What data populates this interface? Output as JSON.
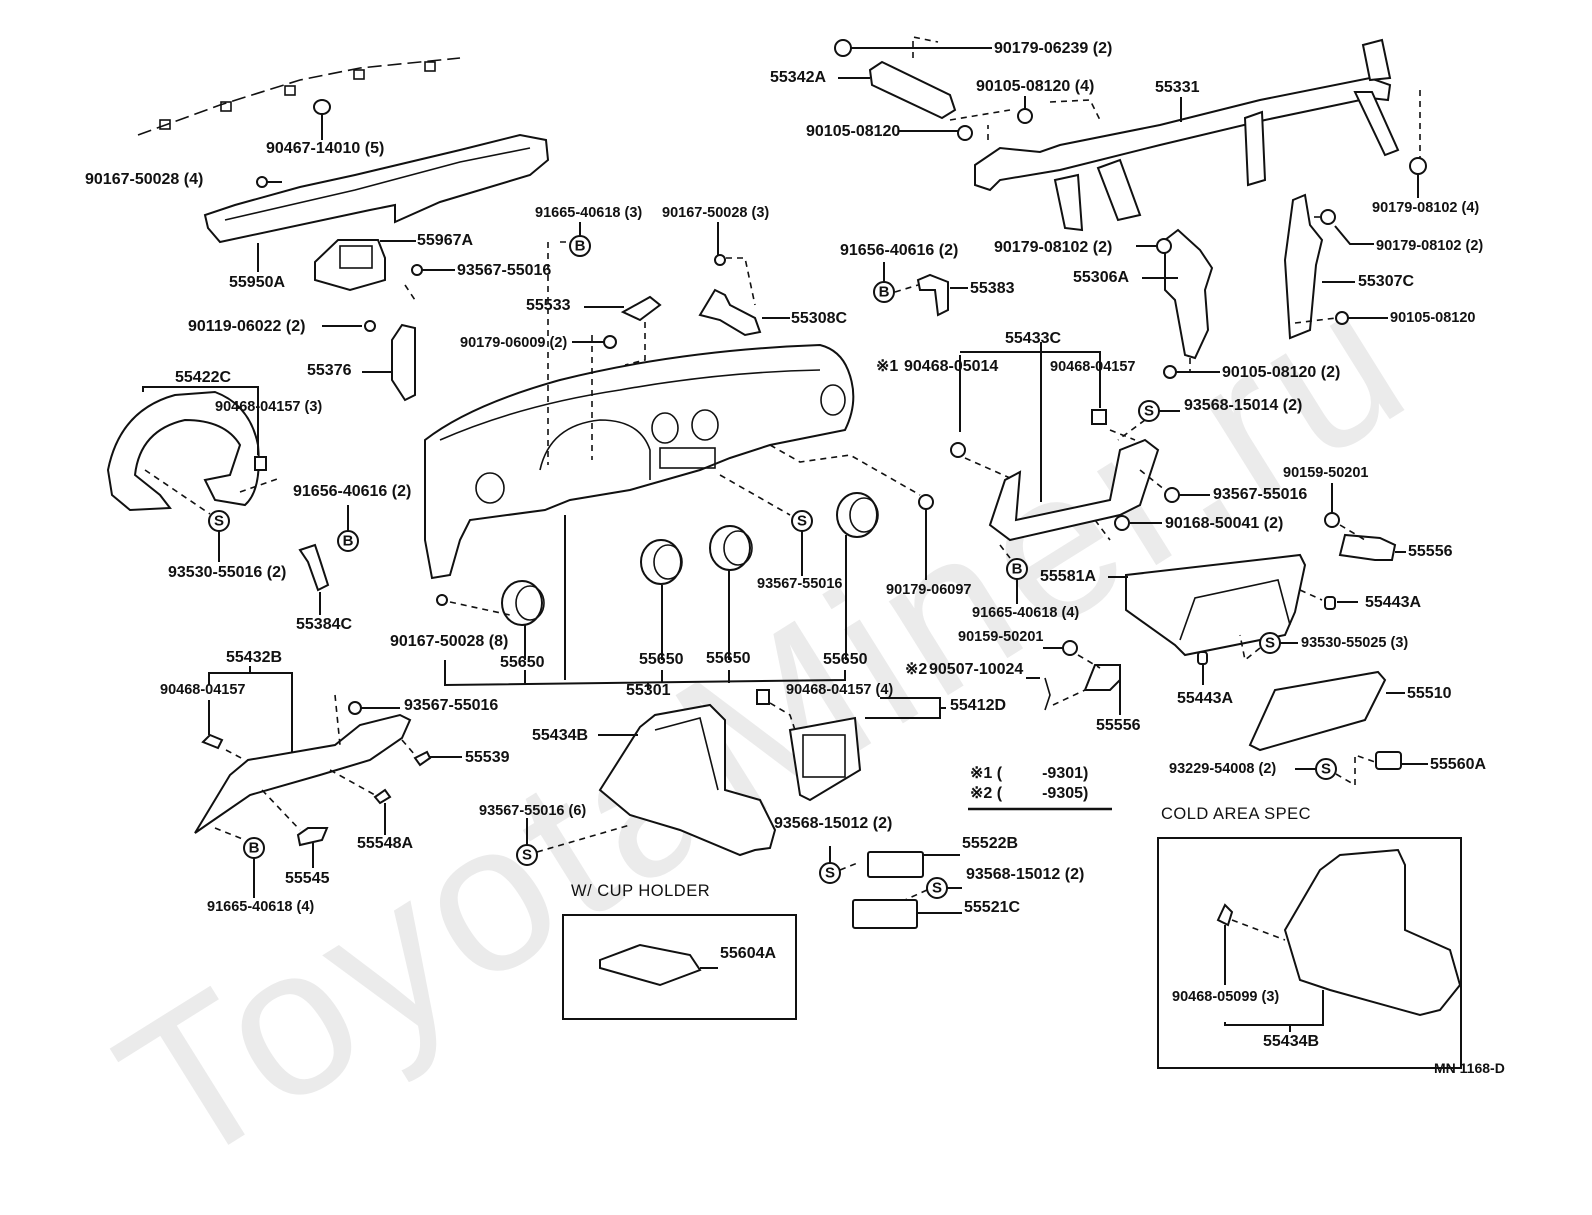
{
  "diagram": {
    "code": "MN 1168-D",
    "watermark": "ToyotaMiner.ru",
    "legend": {
      "note1_mark": "※1",
      "note1_text": "(         -9301)",
      "note2_mark": "※2",
      "note2_text": "(         -9305)"
    },
    "boxes": {
      "cup_holder_title": "W/ CUP HOLDER",
      "cold_area_title": "COLD AREA SPEC"
    },
    "symbols": {
      "bolt": "B",
      "screw": "S"
    },
    "labels": {
      "l90467_14010": "90467-14010 (5)",
      "l90167_50028_4": "90167-50028 (4)",
      "l55950A": "55950A",
      "l55967A": "55967A",
      "l93567_55016_a": "93567-55016",
      "l90119_06022": "90119-06022 (2)",
      "l55376": "55376",
      "l55422C": "55422C",
      "l90468_04157_3": "90468-04157 (3)",
      "l91656_40616_2a": "91656-40616 (2)",
      "l93530_55016": "93530-55016 (2)",
      "l55384C": "55384C",
      "l91665_40618_3": "91665-40618 (3)",
      "l90167_50028_3": "90167-50028 (3)",
      "l55533": "55533",
      "l55308C": "55308C",
      "l90179_06009": "90179-06009 (2)",
      "l55342A": "55342A",
      "l90179_06239": "90179-06239 (2)",
      "l90105_08120_4": "90105-08120 (4)",
      "l90105_08120_a": "90105-08120",
      "l55331": "55331",
      "l90179_08102_4": "90179-08102 (4)",
      "l90179_08102_2a": "90179-08102 (2)",
      "l90179_08102_2b": "90179-08102 (2)",
      "l91656_40616_2b": "91656-40616 (2)",
      "l55383": "55383",
      "l55306A": "55306A",
      "l55307C": "55307C",
      "l90105_08120_b": "90105-08120",
      "l90105_08120_2": "90105-08120 (2)",
      "l55433C": "55433C",
      "l90468_05014_mark": "※1",
      "l90468_05014": "90468-05014",
      "l90468_04157_b": "90468-04157",
      "l93568_15014": "93568-15014 (2)",
      "l93567_55016_b": "93567-55016",
      "l90168_50041": "90168-50041 (2)",
      "l90159_50201_a": "90159-50201",
      "l55556_a": "55556",
      "l90179_06097": "90179-06097",
      "l91665_40618_4a": "91665-40618 (4)",
      "l55581A": "55581A",
      "l55443A_a": "55443A",
      "l93530_55025": "93530-55025 (3)",
      "l55443A_b": "55443A",
      "l55510": "55510",
      "l93229_54008": "93229-54008 (2)",
      "l55560A": "55560A",
      "l93567_55016_c": "93567-55016",
      "l90167_50028_8": "90167-50028 (8)",
      "l55650_a": "55650",
      "l55650_b": "55650",
      "l55650_c": "55650",
      "l55650_d": "55650",
      "l55301": "55301",
      "l90159_50201_b": "90159-50201",
      "l90507_10024_mark": "※2",
      "l90507_10024": "90507-10024",
      "l55556_b": "55556",
      "l90468_04157_4": "90468-04157 (4)",
      "l55412D": "55412D",
      "l55432B": "55432B",
      "l90468_04157_c": "90468-04157",
      "l93567_55016_d": "93567-55016",
      "l55539": "55539",
      "l55548A": "55548A",
      "l55545": "55545",
      "l91665_40618_4b": "91665-40618 (4)",
      "l55434B_a": "55434B",
      "l93567_55016_6": "93567-55016 (6)",
      "l93568_15012_a": "93568-15012 (2)",
      "l55522B": "55522B",
      "l93568_15012_b": "93568-15012 (2)",
      "l55521C": "55521C",
      "l55604A": "55604A",
      "l90468_05099": "90468-05099 (3)",
      "l55434B_b": "55434B"
    }
  }
}
